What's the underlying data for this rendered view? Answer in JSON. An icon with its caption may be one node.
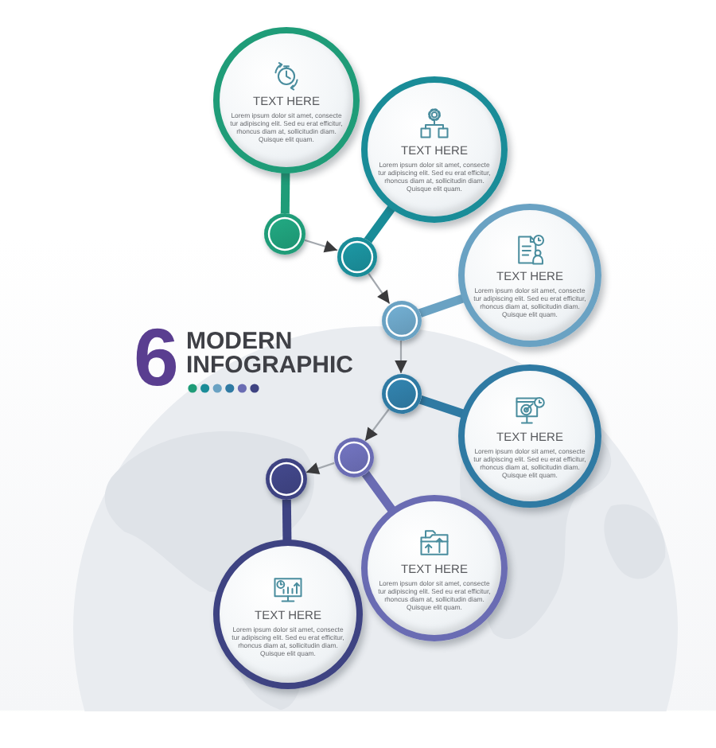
{
  "diagram": {
    "title": "MODERN INFOGRAPHIC",
    "nodes": [
      {
        "text": [
          "TEXT HERE",
          "Lorem ipsum dolor sit amet, consecte tur adipiscing elit. Sed eu erat efficitur, rhoncus diam at, sollicitudin diam. Quisque elit quam."
        ]
      },
      {
        "text": [],
        "shape": "circle"
      },
      {
        "text": [
          "TEXT HERE",
          "Lorem ipsum dolor sit amet, consecte tur adipiscing elit. Sed eu erat efficitur, rhoncus diam at, sollicitudin diam. Quisque elit quam."
        ]
      },
      {
        "text": [],
        "shape": "circle"
      },
      {
        "text": [
          "TEXT HERE",
          "Lorem ipsum dolor sit amet, consecte tur adipiscing elit. Sed eu erat efficitur, rhoncus diam at, sollicitudin diam. Quisque elit quam."
        ]
      },
      {
        "text": [],
        "shape": "circle"
      },
      {
        "text": [
          "TEXT HERE",
          "Lorem ipsum dolor sit amet, consecte tur adipiscing elit. Sed eu erat efficitur, rhoncus diam at, sollicitudin diam. Quisque elit quam."
        ]
      },
      {
        "text": [],
        "shape": "circle"
      },
      {
        "text": [
          "TEXT HERE",
          "Lorem ipsum dolor sit amet, consecte tur adipiscing elit. Sed eu erat efficitur, rhoncus diam at, sollicitudin diam. Quisque elit quam."
        ]
      },
      {
        "text": [],
        "shape": "circle"
      },
      {
        "text": [
          "TEXT HERE",
          "Lorem ipsum dolor sit amet, consecte tur adipiscing elit. Sed eu erat efficitur, rhoncus diam at, sollicitudin diam. Quisque elit quam."
        ]
      },
      {
        "text": [],
        "shape": "circle"
      }
    ],
    "edges": [
      {
        "from": 0,
        "to": 1,
        "arrow": "none",
        "color": "#1f9c78"
      },
      {
        "from": 2,
        "to": 3,
        "arrow": "none",
        "color": "#1a8c98"
      },
      {
        "from": 4,
        "to": 5,
        "arrow": "none",
        "color": "#6aa2c3"
      },
      {
        "from": 6,
        "to": 7,
        "arrow": "none",
        "color": "#2f7aa3"
      },
      {
        "from": 8,
        "to": 9,
        "arrow": "none",
        "color": "#6a6cb3"
      },
      {
        "from": 10,
        "to": 11,
        "arrow": "none",
        "color": "#3e4382"
      },
      {
        "from": 1,
        "to": 3,
        "arrow": "to"
      },
      {
        "from": 3,
        "to": 5,
        "arrow": "to"
      },
      {
        "from": 5,
        "to": 7,
        "arrow": "to"
      },
      {
        "from": 7,
        "to": 9,
        "arrow": "to"
      },
      {
        "from": 9,
        "to": 11,
        "arrow": "to"
      }
    ],
    "labels": [
      "6"
    ]
  }
}
